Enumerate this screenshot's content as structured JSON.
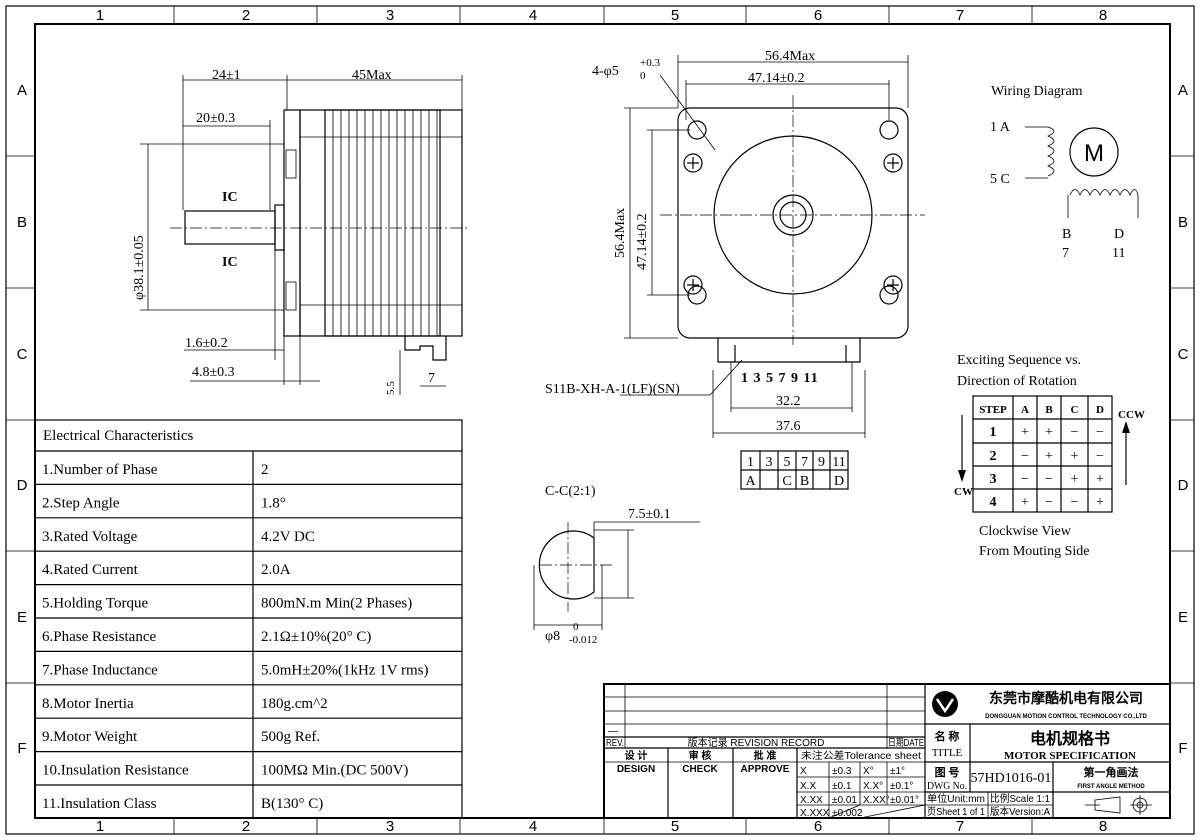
{
  "frame": {
    "columns": [
      "1",
      "2",
      "3",
      "4",
      "5",
      "6",
      "7",
      "8"
    ],
    "rows": [
      "A",
      "B",
      "C",
      "D",
      "E",
      "F"
    ]
  },
  "side_view": {
    "dim_flange": "24±1",
    "dim_body": "45Max",
    "dim_shaft": "20±0.3",
    "dim_diameter": "φ38.1±0.05",
    "ic_top": "IC",
    "ic_bottom": "IC",
    "dim_boss": "1.6±0.2",
    "dim_flange_thk": "4.8±0.3",
    "dim_conn_h": "5.5",
    "dim_conn_w": "7"
  },
  "front_view": {
    "holes": "4-φ5",
    "holes_tol_upper": "+0.3",
    "holes_tol_lower": "0",
    "width_max": "56.4Max",
    "hole_pitch_h": "47.14±0.2",
    "height_max": "56.4Max",
    "hole_pitch_v": "47.14±0.2",
    "connector": "S11B-XH-A-1(LF)(SN)",
    "pins": "1 3 5 7 9 11",
    "dim_pins": "32.2",
    "dim_conn": "37.6"
  },
  "pin_table": {
    "pins": [
      "1",
      "3",
      "5",
      "7",
      "9",
      "11"
    ],
    "phases": [
      "A",
      "",
      "C",
      "B",
      "",
      "D"
    ]
  },
  "section": {
    "title": "C-C(2:1)",
    "flat": "7.5±0.1",
    "diameter": "φ8",
    "tol_upper": "0",
    "tol_lower": "-0.012"
  },
  "wiring": {
    "title": "Wiring Diagram",
    "lead_1a": "1 A",
    "lead_5c": "5 C",
    "motor": "M",
    "lead_b": "B",
    "lead_b_num": "7",
    "lead_d": "D",
    "lead_d_num": "11"
  },
  "sequence": {
    "title_line1": "Exciting Sequence vs.",
    "title_line2": "Direction of Rotation",
    "headers": [
      "STEP",
      "A",
      "B",
      "C",
      "D"
    ],
    "rows": [
      [
        "1",
        "+",
        "+",
        "−",
        "−"
      ],
      [
        "2",
        "−",
        "+",
        "+",
        "−"
      ],
      [
        "3",
        "−",
        "−",
        "+",
        "+"
      ],
      [
        "4",
        "+",
        "−",
        "−",
        "+"
      ]
    ],
    "cw": "CW",
    "ccw": "CCW",
    "note_line1": "Clockwise View",
    "note_line2": "From Mouting Side"
  },
  "electrical": {
    "title": "Electrical Characteristics",
    "rows": [
      [
        "1.Number of Phase",
        "2"
      ],
      [
        "2.Step Angle",
        "1.8°"
      ],
      [
        "3.Rated Voltage",
        "4.2V DC"
      ],
      [
        "4.Rated Current",
        "2.0A"
      ],
      [
        "5.Holding Torque",
        "800mN.m Min(2 Phases)"
      ],
      [
        "6.Phase Resistance",
        "2.1Ω±10%(20° C)"
      ],
      [
        "7.Phase Inductance",
        "5.0mH±20%(1kHz 1V rms)"
      ],
      [
        "8.Motor Inertia",
        "180g.cm^2"
      ],
      [
        "9.Motor Weight",
        "500g Ref."
      ],
      [
        "10.Insulation Resistance",
        "100MΩ Min.(DC 500V)"
      ],
      [
        "11.Insulation Class",
        "B(130° C)"
      ]
    ]
  },
  "title_block": {
    "rev_mark": "—",
    "rev": "REV.",
    "revision_record": "版本记录 REVISION RECORD",
    "date": "日期DATE",
    "design_cn": "设 计",
    "design": "DESIGN",
    "check_cn": "审 核",
    "check": "CHECK",
    "approve_cn": "批 准",
    "approve": "APPROVE",
    "tolerance_title": "未注公差Tolerance sheet",
    "tolerance": [
      [
        "X",
        "±0.3",
        "X°",
        "±1°"
      ],
      [
        "X.X",
        "±0.1",
        "X.X°",
        "±0.1°"
      ],
      [
        "X.XX",
        "±0.01",
        "X.XX°",
        "±0.01°"
      ],
      [
        "X.XXX",
        "±0.002",
        "",
        ""
      ]
    ],
    "company_cn": "东莞市摩酷机电有限公司",
    "company_en": "DONGGUAN MOTION CONTROL TECHNOLOGY CO.,LTD",
    "name_cn": "名 称",
    "name": "TITLE",
    "title_cn": "电机规格书",
    "title": "MOTOR SPECIFICATION",
    "dwg_cn": "图 号",
    "dwg": "DWG No.",
    "dwg_no": "57HD1016-01",
    "angle_cn": "第一角画法",
    "angle": "FIRST ANGLE METHOD",
    "unit": "单位Unit:mm",
    "scale": "比例Scale 1:1",
    "sheet": "页Sheet 1 of 1",
    "version": "版本Version:A"
  }
}
